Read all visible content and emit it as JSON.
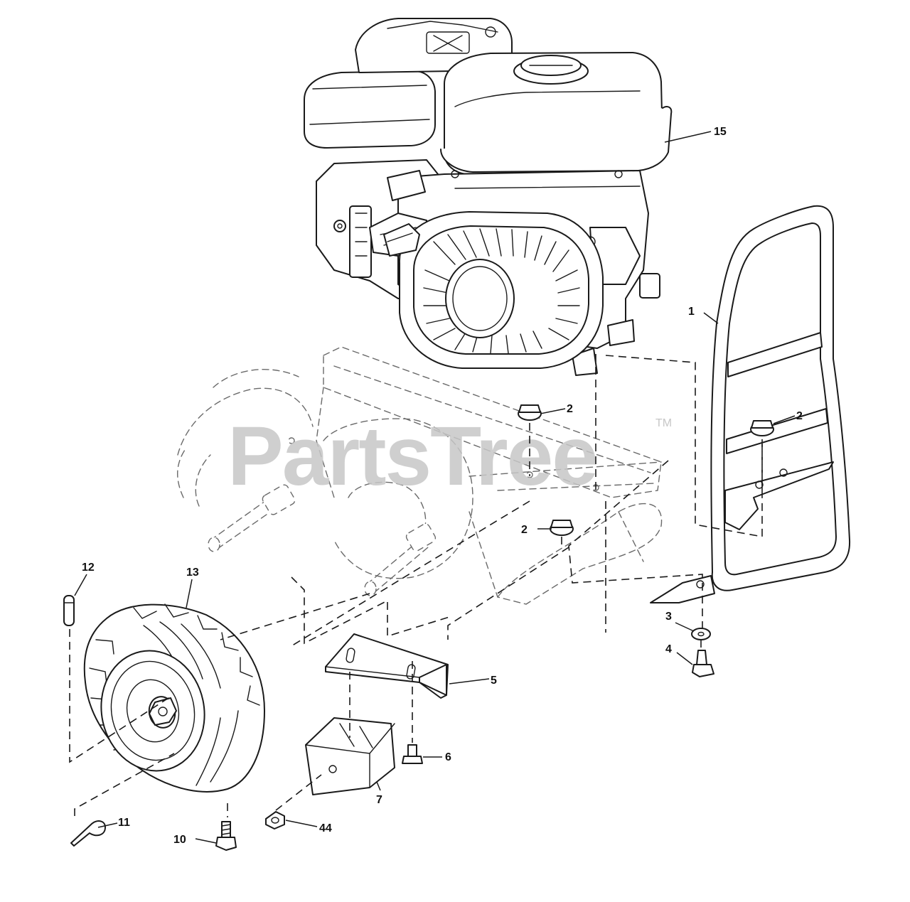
{
  "watermark": {
    "brand": "PartsTree",
    "trademark": "TM"
  },
  "callouts": [
    {
      "id": "c15",
      "label": "15",
      "part": "engine"
    },
    {
      "id": "c1",
      "label": "1",
      "part": "bumper-guard"
    },
    {
      "id": "c2a",
      "label": "2",
      "part": "flange-nut"
    },
    {
      "id": "c2b",
      "label": "2",
      "part": "flange-nut"
    },
    {
      "id": "c2c",
      "label": "2",
      "part": "flange-nut"
    },
    {
      "id": "c3",
      "label": "3",
      "part": "washer"
    },
    {
      "id": "c4",
      "label": "4",
      "part": "bolt"
    },
    {
      "id": "c5",
      "label": "5",
      "part": "bracket"
    },
    {
      "id": "c6",
      "label": "6",
      "part": "bolt"
    },
    {
      "id": "c7",
      "label": "7",
      "part": "weight"
    },
    {
      "id": "c10",
      "label": "10",
      "part": "bolt"
    },
    {
      "id": "c11",
      "label": "11",
      "part": "hairpin-clip"
    },
    {
      "id": "c12",
      "label": "12",
      "part": "pin"
    },
    {
      "id": "c13",
      "label": "13",
      "part": "wheel-tire"
    },
    {
      "id": "c44",
      "label": "44",
      "part": "nut"
    }
  ]
}
